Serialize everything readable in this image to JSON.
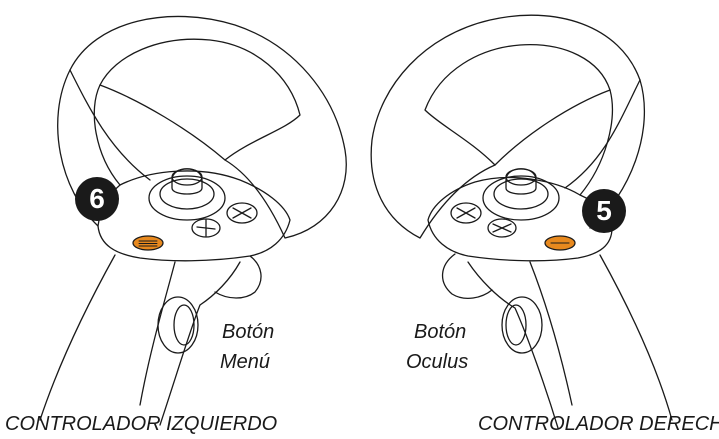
{
  "left_controller": {
    "badge": "6",
    "button_label_line1": "Botón",
    "button_label_line2": "Menú",
    "caption": "CONTROLADOR IZQUIERDO"
  },
  "right_controller": {
    "badge": "5",
    "button_label_line1": "Botón",
    "button_label_line2": "Oculus",
    "caption": "CONTROLADOR DERECHO"
  },
  "colors": {
    "line": "#1a1a1a",
    "highlight_button": "#e8891e",
    "badge_fill": "#1a1a1a"
  }
}
